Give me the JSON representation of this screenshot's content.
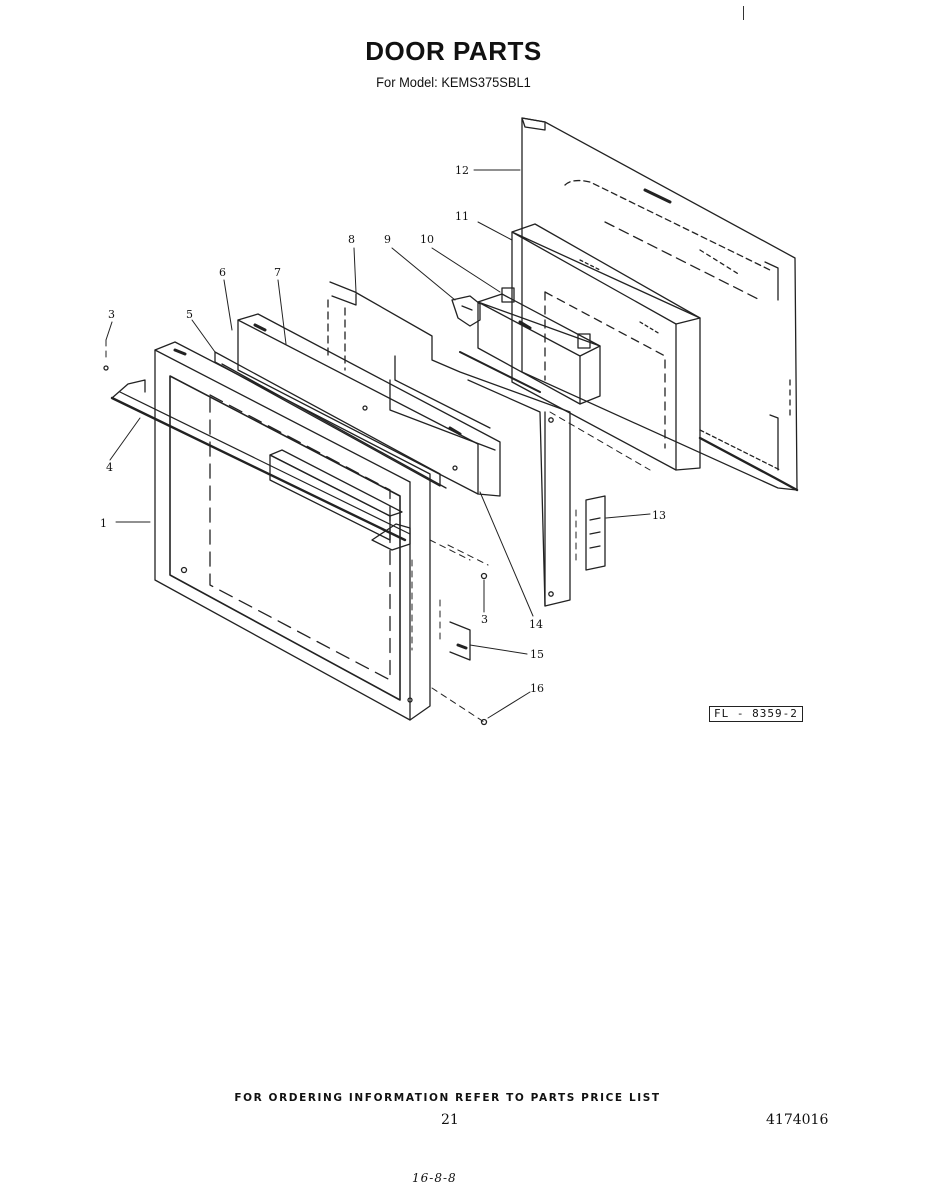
{
  "header": {
    "title": "DOOR PARTS",
    "subtitle": "For Model: KEMS375SBL1"
  },
  "callouts": [
    "12",
    "11",
    "8",
    "9",
    "10",
    "6",
    "7",
    "3",
    "5",
    "4",
    "1",
    "13",
    "3",
    "14",
    "15",
    "16"
  ],
  "plate_id": "FL - 8359-2",
  "footer": {
    "ordering_note": "FOR ORDERING INFORMATION REFER TO PARTS PRICE LIST",
    "page_number": "21",
    "part_number": "4174016",
    "handwritten_note": "16-8-8"
  }
}
